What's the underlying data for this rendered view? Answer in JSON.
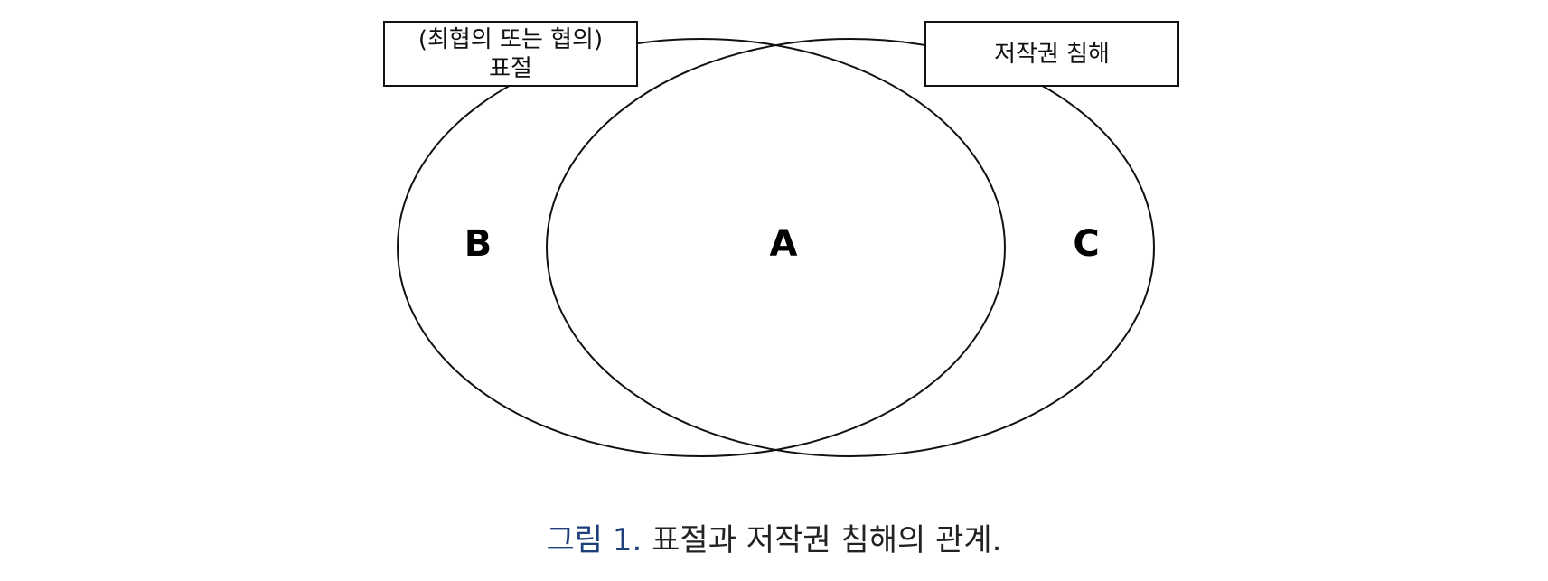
{
  "sets": {
    "plagiarism": {
      "label_line1": "(최협의 또는 협의)",
      "label_line2": "표절"
    },
    "copyright": {
      "label": "저작권 침해"
    }
  },
  "regions": {
    "left_only": "B",
    "overlap": "A",
    "right_only": "C"
  },
  "caption": {
    "figure_number": "그림 1.",
    "text": "표절과 저작권 침해의 관계."
  },
  "colors": {
    "caption_number": "#1f3f7a",
    "caption_text": "#222222",
    "line": "#111111"
  }
}
